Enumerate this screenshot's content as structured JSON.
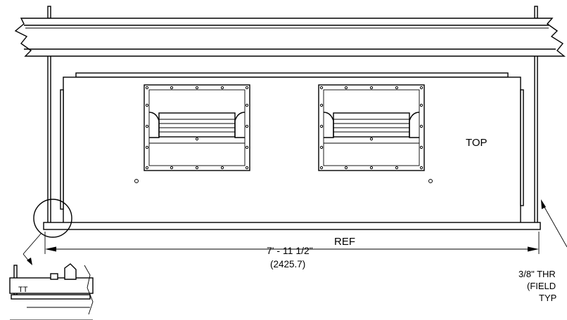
{
  "labels": {
    "top": "TOP",
    "dimension_imperial": "7' - 11 1/2\"",
    "dimension_metric": "(2425.7)",
    "ref": "REF",
    "rod_callout_line1": "3/8\" THR",
    "rod_callout_line2": "(FIELD",
    "rod_callout_line3": "TYP"
  },
  "detail_mark": "TT",
  "colors": {
    "line": "#000000",
    "background": "#ffffff"
  }
}
